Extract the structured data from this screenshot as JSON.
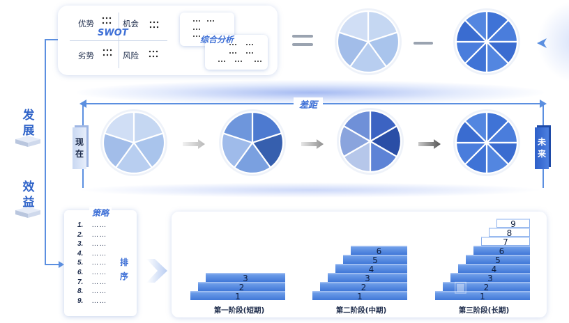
{
  "side": {
    "development": "发展",
    "benefit": "效益"
  },
  "swot": {
    "title": "SWOT",
    "strength": "优势",
    "opportunity": "机会",
    "weakness": "劣势",
    "threat": "风险",
    "dots": "∙∙∙∙\n∙∙∙∙"
  },
  "synthesis": {
    "title": "综合分析",
    "dots": "∙∙∙"
  },
  "gap": {
    "label": "差距",
    "now": [
      "现",
      "在"
    ],
    "future": [
      "未",
      "来"
    ]
  },
  "strategy": {
    "title": "策略",
    "items": [
      "1.",
      "2.",
      "3.",
      "4.",
      "5.",
      "6.",
      "7.",
      "8.",
      "9."
    ],
    "ellipsis": "……",
    "ranking": [
      "排",
      "序"
    ]
  },
  "stages": [
    {
      "label": "第一阶段(短期)",
      "steps": [
        "1",
        "2",
        "3"
      ],
      "ghost_steps": []
    },
    {
      "label": "第二阶段(中期)",
      "steps": [
        "1",
        "2",
        "3",
        "4",
        "5",
        "6"
      ],
      "ghost_steps": []
    },
    {
      "label": "第三阶段(长期)",
      "steps": [
        "1",
        "2",
        "3",
        "4",
        "5",
        "6"
      ],
      "ghost_steps": [
        "7",
        "8",
        "9"
      ]
    }
  ],
  "colors": {
    "accent": "#3d6fd6",
    "line": "#5b8fe0",
    "stair": "#4178d8"
  }
}
